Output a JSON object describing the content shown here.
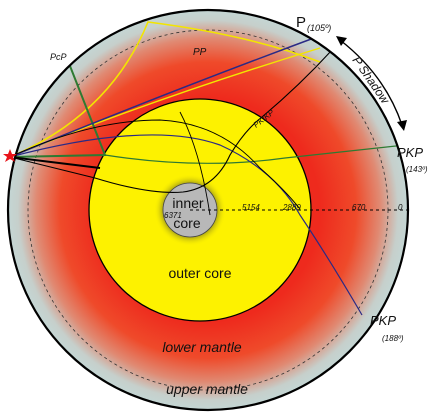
{
  "layers": {
    "inner_core": "inner core",
    "outer_core": "outer core",
    "lower_mantle": "lower mantle",
    "upper_mantle": "upper mantle"
  },
  "depths": {
    "inner_core_center": "6371",
    "inner_core_boundary": "5154",
    "core_mantle_boundary": "2889",
    "upper_lower_mantle": "670",
    "surface": "0"
  },
  "phases": {
    "pcp": "PcP",
    "pp": "PP",
    "pkikp": "PKIKP",
    "p": "P",
    "p_angle": "(105º)",
    "shadow": "P Shadow",
    "pkp_143": "PKP",
    "pkp_143_angle": "(143º)",
    "pkp_188": "PKP",
    "pkp_188_angle": "(188º)"
  },
  "colors": {
    "mantle_red": "#ee2a1d",
    "mantle_outer": "#c9d8d6",
    "outer_core": "#fdf200",
    "inner_core": "#b8b8b8",
    "ray_yellow": "#f3e500",
    "ray_green": "#2e7a32",
    "ray_navy": "#2b2a85",
    "ray_black": "#000000",
    "source_star": "#e8141a"
  }
}
